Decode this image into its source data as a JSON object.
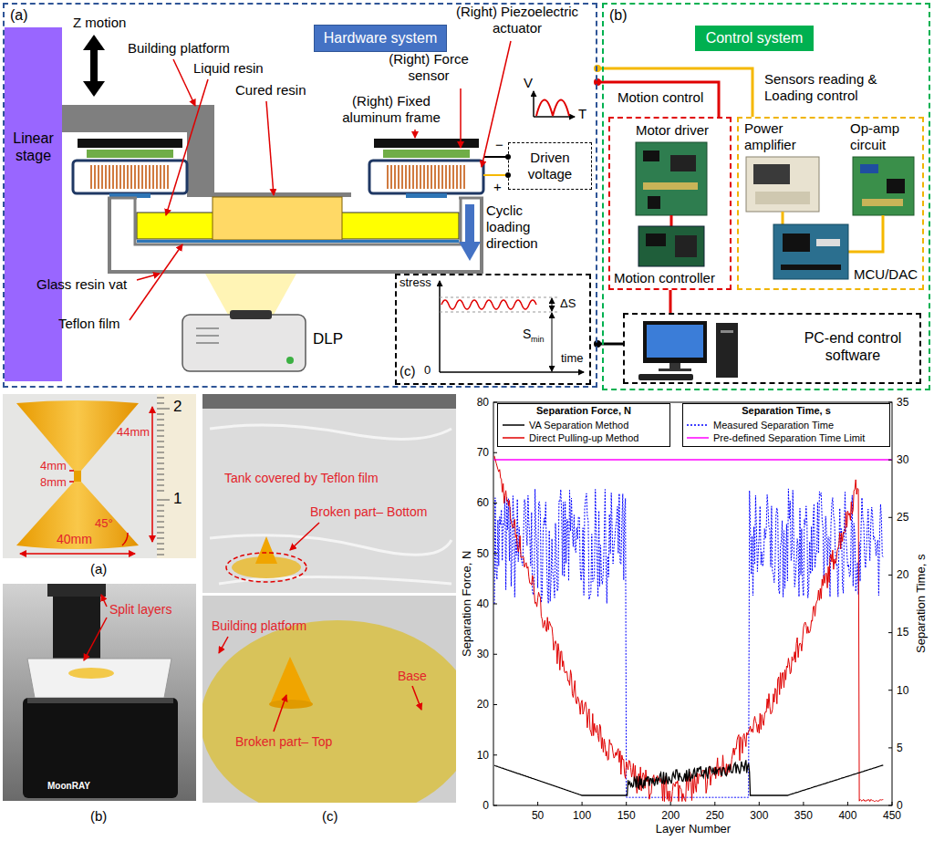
{
  "diagram": {
    "nodes": [
      {
        "text": [
          "(a)"
        ]
      },
      {
        "text": [
          "Hardware system"
        ],
        "in": 0
      },
      {
        "text": [
          "Linear stage"
        ],
        "in": 0
      },
      {
        "text": [
          "Driven voltage"
        ],
        "in": 0
      },
      {
        "text": [
          "stress",
          "ΔS",
          "S",
          "min",
          "0",
          "time",
          "(c)"
        ],
        "in": 0
      },
      {
        "text": [
          "(b)"
        ]
      },
      {
        "text": [
          "Control system"
        ],
        "in": 5
      },
      {
        "text": [
          "Motion control",
          "Motor driver",
          "Motion controller"
        ],
        "in": 5
      },
      {
        "text": [
          "Sensors reading & Loading control",
          "Power amplifier",
          "Op-amp circuit",
          "MCU/DAC"
        ],
        "in": 5
      },
      {
        "text": [
          "PC-end control software"
        ],
        "in": 5
      },
      {
        "text": [
          "Separation Force, N"
        ]
      },
      {
        "text": [
          "Separation Time, s"
        ]
      }
    ],
    "edges": [
      {
        "from": 0,
        "to": 7,
        "arrow": "none"
      },
      {
        "from": 0,
        "to": 8,
        "arrow": "none"
      },
      {
        "from": 7,
        "to": 9,
        "arrow": "none"
      },
      {
        "from": 9,
        "to": 0,
        "arrow": "none"
      }
    ],
    "labels": [
      "Z motion",
      "Building platform",
      "Liquid resin",
      "Cured resin",
      "(Right) Piezoelectric actuator",
      "(Right) Force sensor",
      "(Right) Fixed aluminum frame",
      "V",
      "T",
      "−",
      "+",
      "Cyclic loading direction",
      "Glass resin vat",
      "Teflon film",
      "DLP",
      "2",
      "1",
      "44mm",
      "4mm",
      "8mm",
      "40mm",
      "45°",
      "(a)",
      "Split layers",
      "MoonRAY",
      "(b)",
      "Tank covered by Teflon film",
      "Broken part– Bottom",
      "Building platform",
      "Base",
      "Broken part– Top",
      "(c)",
      "Separation Force, N",
      "Separation Time, s",
      "Layer Number",
      "0",
      "10",
      "20",
      "30",
      "40",
      "50",
      "60",
      "70",
      "80",
      "0",
      "5",
      "10",
      "15",
      "20",
      "25",
      "30",
      "35",
      "50",
      "100",
      "150",
      "200",
      "250",
      "300",
      "350",
      "400",
      "450"
    ],
    "legend": [
      {
        "text": "VA Separation Method"
      },
      {
        "text": "Direct Pulling-up Method"
      },
      {
        "text": "Measured Separation Time"
      },
      {
        "text": "Pre-defined Separation Time Limit"
      }
    ]
  }
}
